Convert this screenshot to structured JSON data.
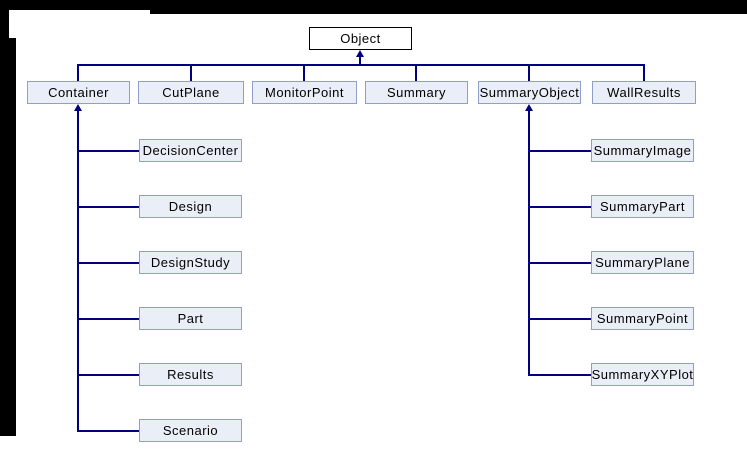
{
  "diagram": {
    "root": {
      "label": "Object"
    },
    "level1": [
      {
        "label": "Container"
      },
      {
        "label": "CutPlane"
      },
      {
        "label": "MonitorPoint"
      },
      {
        "label": "Summary"
      },
      {
        "label": "SummaryObject"
      },
      {
        "label": "WallResults"
      }
    ],
    "container_children": [
      {
        "label": "DecisionCenter"
      },
      {
        "label": "Design"
      },
      {
        "label": "DesignStudy"
      },
      {
        "label": "Part"
      },
      {
        "label": "Results"
      },
      {
        "label": "Scenario"
      }
    ],
    "summary_object_children": [
      {
        "label": "SummaryImage"
      },
      {
        "label": "SummaryPart"
      },
      {
        "label": "SummaryPlane"
      },
      {
        "label": "SummaryPoint"
      },
      {
        "label": "SummaryXYPlot"
      }
    ]
  },
  "colors": {
    "line": "#000080",
    "node_fill": "#eaeef7",
    "node_border": "#8f9fc8",
    "root_fill": "#ffffff",
    "root_border": "#000000",
    "background": "#000000"
  }
}
